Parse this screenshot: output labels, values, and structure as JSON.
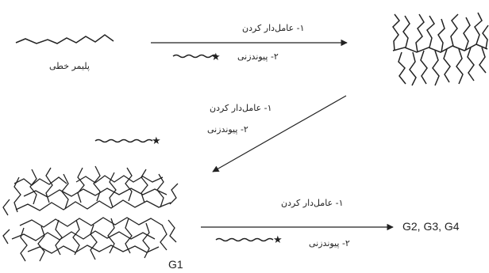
{
  "labels": {
    "linear_polymer": "پلیمر خطی",
    "step1": "۱- عامل‌دار کردن",
    "step2": "۲- پیوندزنی",
    "g1": "G1",
    "next_generations": "G2, G3, G4"
  },
  "colors": {
    "ink": "#222222"
  }
}
